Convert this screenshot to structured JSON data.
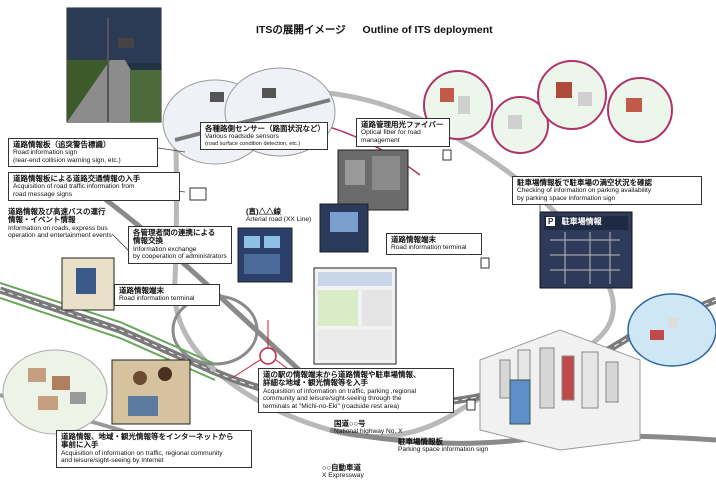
{
  "title": {
    "jp": "ITSの展開イメージ",
    "en": "Outline of ITS deployment"
  },
  "labels": {
    "road_sign": {
      "jp": "道路情報板（追突警告標識）",
      "en1": "Road information sign",
      "en2": "(rear-end collision warning sign, etc.)"
    },
    "sensors": {
      "jp": "各種路側センサー（路面状況など）",
      "en1": "Various roadside sensors",
      "en2": "(road surface condition detection, etc.)"
    },
    "fiber": {
      "jp": "道路管理用光ファイバー",
      "en1": "Optical fiber for road",
      "en2": "management"
    },
    "traffic_info": {
      "jp": "道路情報板による道路交通情報の入手",
      "en1": "Acquisition of road traffic information from",
      "en2": "road message signs"
    },
    "bus_info": {
      "jp1": "道路情報及び高速バスの運行",
      "jp2": "情報・イベント情報",
      "en1": "Information on roads, express bus",
      "en2": "operation and entertainment events"
    },
    "admin_exchange": {
      "jp1": "各管理者間の連携による",
      "jp2": "情報交換",
      "en1": "Information exchange",
      "en2": "by cooperation of administrators"
    },
    "arterial": {
      "jp": "(直)△△線",
      "en": "Arterial road (XX Line)"
    },
    "terminal_upper": {
      "jp": "道路情報端末",
      "en": "Road information terminal"
    },
    "terminal_left": {
      "jp": "道路情報端末",
      "en": "Road information terminal"
    },
    "parking_check": {
      "jp": "駐車場情報板で駐車場の満空状況を確認",
      "en1": "Checking of information on parking availability",
      "en2": "by parking space information sign"
    },
    "michinoeki": {
      "jp1": "道の駅の情報端末から道路情報や駐車場情報、",
      "jp2": "詳細な地域・観光情報等を入手",
      "en1": "Acquisition of information on traffic, parking ,regional",
      "en2": "community and leisure/sight-seeing through the",
      "en3": "terminals at \"Michi-no-Eki\" (roadside rest area)"
    },
    "highway": {
      "jp": "国道○○号",
      "en": "National highway No. X"
    },
    "parking_sign": {
      "jp": "駐車場情報板",
      "en": "Parking space information sign"
    },
    "internet": {
      "jp1": "道路情報、地域・観光情報等をインターネットから",
      "jp2": "事前に入手",
      "en1": "Acquisition of information on traffic, regional community",
      "en2": "and leisure/sight-seeing by Internet"
    },
    "expressway": {
      "jp": "○○自動車道",
      "en": "X Expressway"
    }
  },
  "parking_board_text": {
    "letter": "P",
    "header": "駐車場情報"
  },
  "colors": {
    "road": "#6f6f6f",
    "ring": "#c8c8c8",
    "accent_red": "#c0203a",
    "magenta": "#b0336a",
    "grass": "#4a9a3a"
  }
}
